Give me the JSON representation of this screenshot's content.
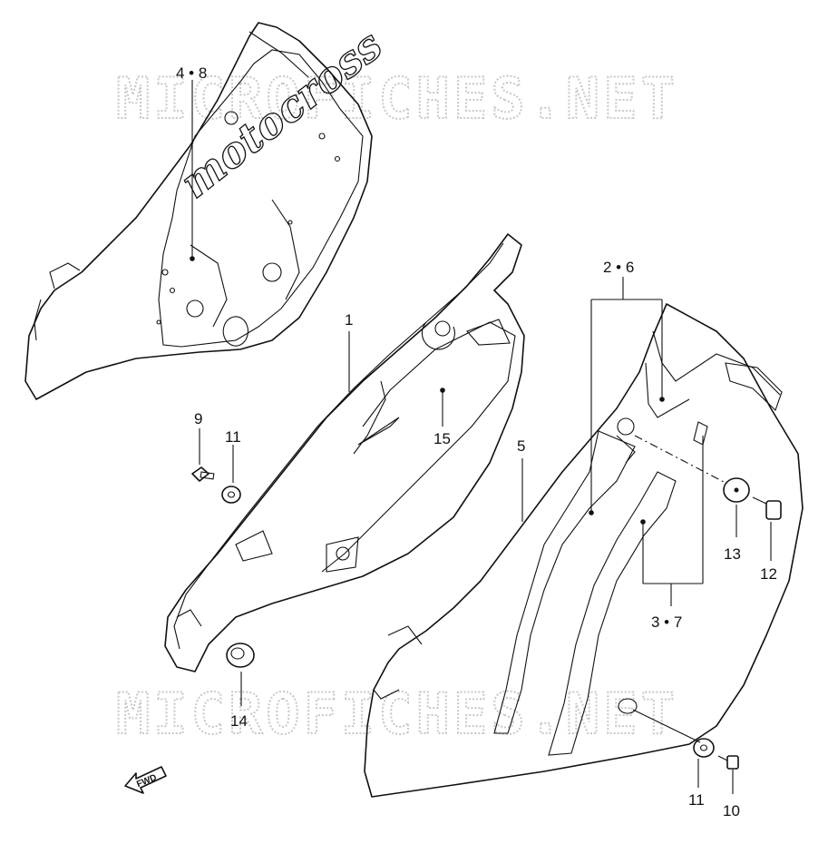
{
  "watermark": "MICROFICHES.NET",
  "fwd_label": "FWD",
  "callouts": {
    "c48": "4 • 8",
    "c1": "1",
    "c15": "15",
    "c9": "9",
    "c11a": "11",
    "c14": "14",
    "c26": "2 • 6",
    "c5": "5",
    "c13": "13",
    "c12": "12",
    "c37": "3 • 7",
    "c11b": "11",
    "c10": "10"
  },
  "decal_text": "motocross"
}
